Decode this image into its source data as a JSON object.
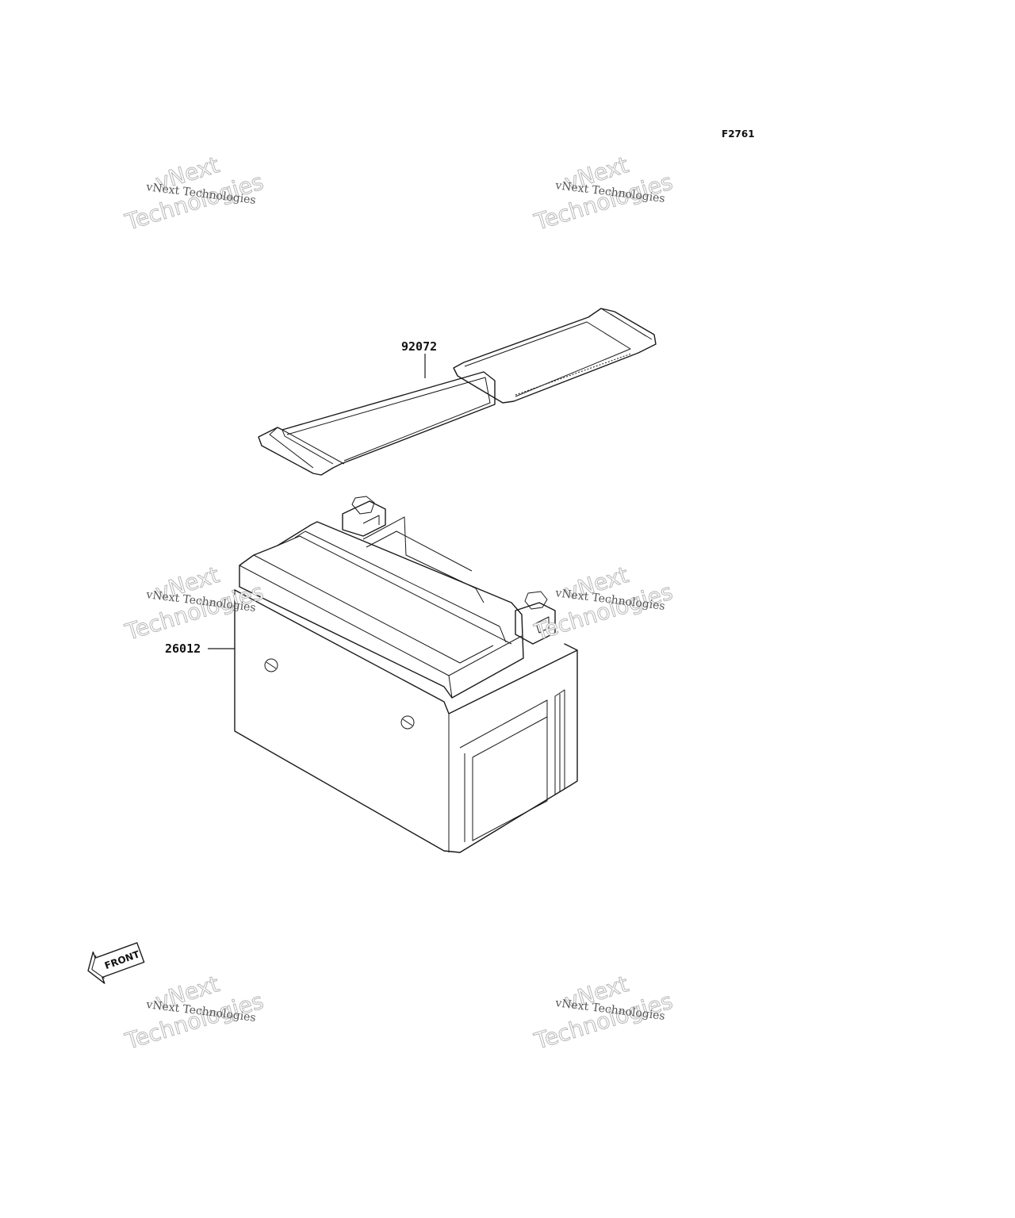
{
  "figure": {
    "code": "F2761"
  },
  "parts": [
    {
      "id": "92072",
      "label": "92072"
    },
    {
      "id": "26012",
      "label": "26012"
    }
  ],
  "front_arrow": {
    "label": "FRONT"
  },
  "watermark": {
    "line_small": "vNext Technologies",
    "line_big_1": "vNext",
    "line_big_2": "Technologies"
  },
  "colors": {
    "line": "#1a1a1a",
    "background": "#ffffff",
    "watermark": "#b9b9b9"
  }
}
